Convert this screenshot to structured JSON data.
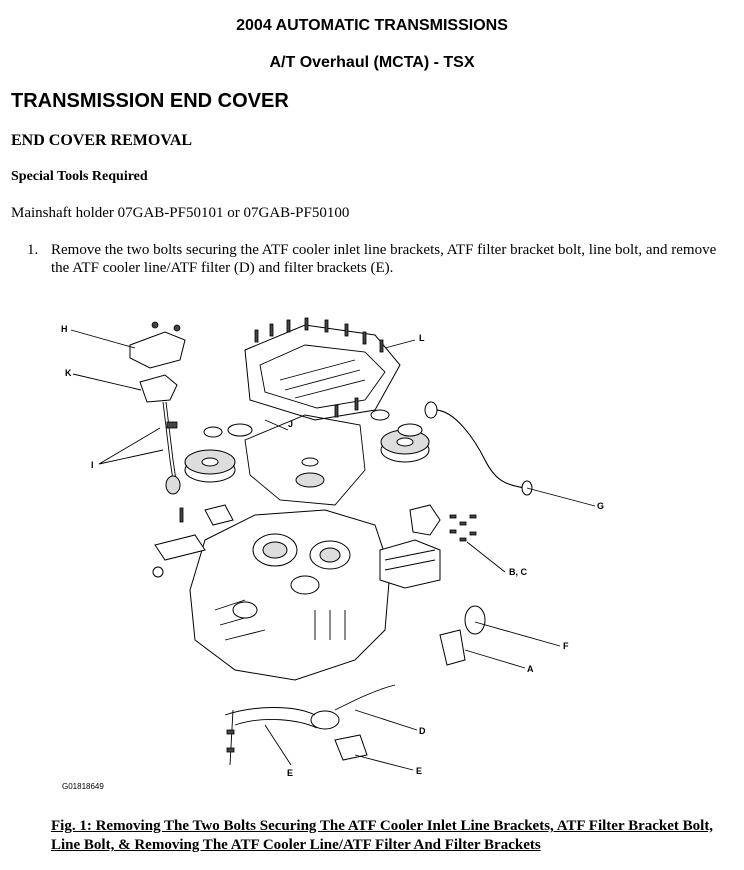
{
  "header": {
    "title": "2004 AUTOMATIC TRANSMISSIONS",
    "subtitle": "A/T Overhaul (MCTA) - TSX"
  },
  "section": {
    "title": "TRANSMISSION END COVER",
    "subtitle": "END COVER REMOVAL"
  },
  "tools": {
    "heading": "Special Tools Required",
    "text": "Mainshaft holder 07GAB-PF50101 or 07GAB-PF50100"
  },
  "steps": [
    {
      "number": "1.",
      "text": "Remove the two bolts securing the ATF cooler inlet line brackets, ATF filter bracket bolt, line bolt, and remove the ATF cooler line/ATF filter (D) and filter brackets (E)."
    }
  ],
  "figure": {
    "code": "G01818649",
    "callouts": {
      "H": "H",
      "K": "K",
      "I": "I",
      "J": "J",
      "L": "L",
      "G": "G",
      "BC": "B, C",
      "F": "F",
      "A": "A",
      "D": "D",
      "E1": "E",
      "E2": "E"
    },
    "caption": "Fig. 1: Removing The Two Bolts Securing The ATF Cooler Inlet Line Brackets, ATF Filter Bracket Bolt, Line Bolt, & Removing The ATF Cooler Line/ATF Filter And Filter Brackets"
  }
}
